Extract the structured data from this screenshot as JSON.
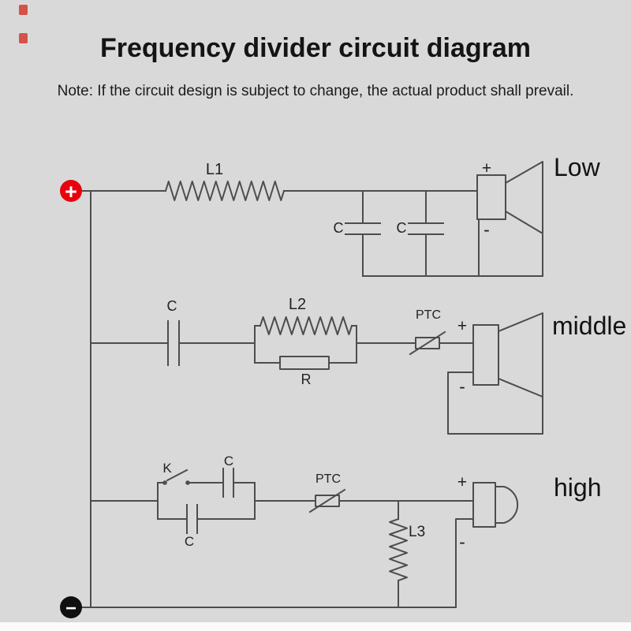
{
  "title": "Frequency divider circuit diagram",
  "note": "Note: If the circuit design is subject to change, the actual product shall prevail.",
  "terminals": {
    "positive": "+",
    "negative": "−"
  },
  "channels": {
    "low": "Low",
    "middle": "middle",
    "high": "high"
  },
  "labels": {
    "l1": "L1",
    "c_low_1": "C",
    "c_low_2": "C",
    "c_mid": "C",
    "l2": "L2",
    "r": "R",
    "ptc_mid": "PTC",
    "k": "K",
    "c_high_top": "C",
    "c_high_bottom": "C",
    "ptc_high": "PTC",
    "l3": "L3"
  },
  "polarity": {
    "low_plus": "+",
    "low_minus": "-",
    "mid_plus": "+",
    "mid_minus": "-",
    "high_plus": "+",
    "high_minus": "-"
  },
  "colors": {
    "background": "#d9d9d9",
    "line": "#4d4d4d",
    "text": "#1f1f1f",
    "positive_terminal": "#e8000d",
    "negative_terminal": "#101010"
  }
}
